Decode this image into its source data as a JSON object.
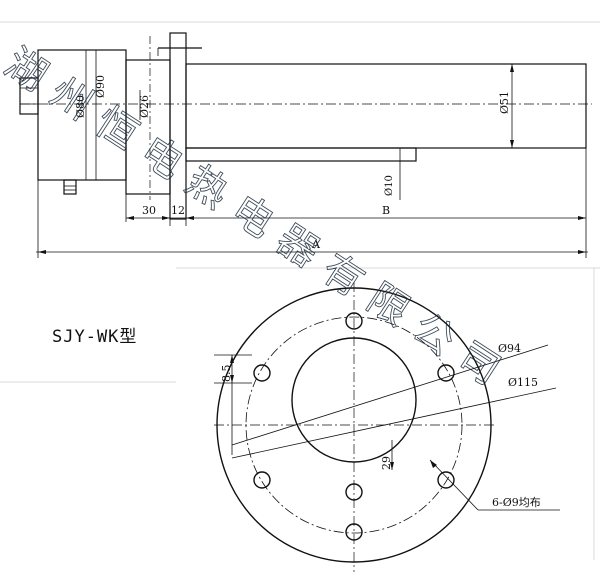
{
  "model_label": "SJY-WK型",
  "side_view": {
    "dims": {
      "d80": "Ø80",
      "d90": "Ø90",
      "d26": "Ø26",
      "d51": "Ø51",
      "d10": "Ø10",
      "len30": "30",
      "len12": "12",
      "lenB": "B",
      "lenA": "A"
    }
  },
  "flange_view": {
    "dims": {
      "d94": "Ø94",
      "d115": "Ø115",
      "v85": "8.5",
      "v29": "29",
      "holes": "6-Ø9均布"
    }
  },
  "watermark": "湖州恒电热电器有限公司"
}
